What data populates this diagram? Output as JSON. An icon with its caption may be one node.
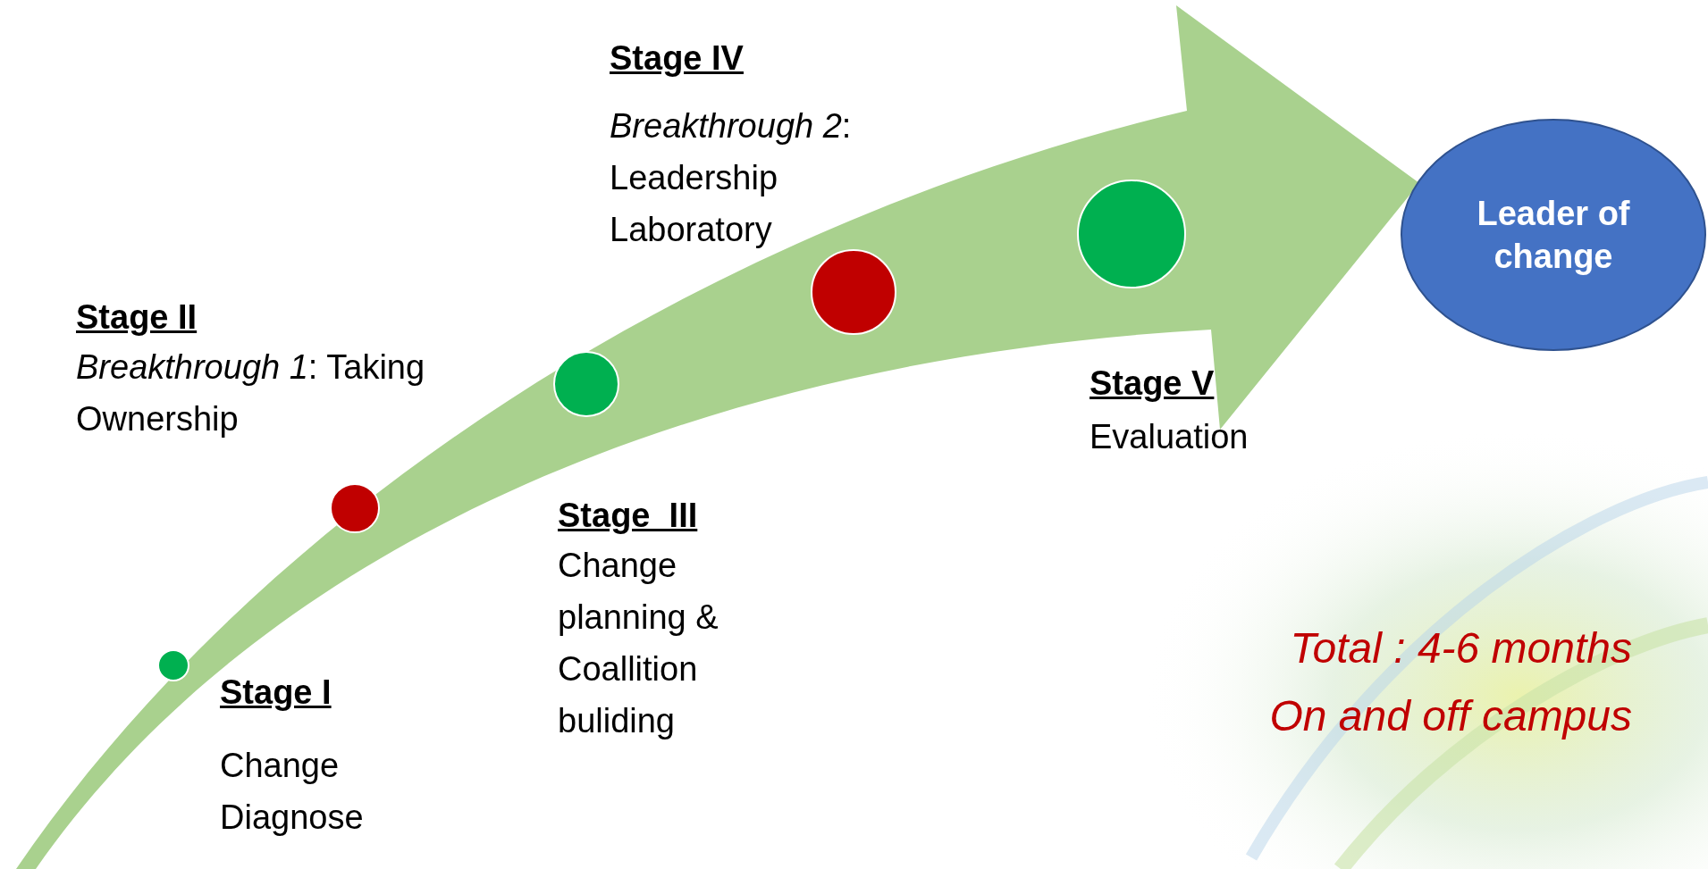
{
  "diagram": {
    "nodes": [
      {
        "text": [],
        "shape": "circle"
      },
      {
        "text": [],
        "shape": "circle"
      },
      {
        "text": [],
        "shape": "circle"
      },
      {
        "text": [],
        "shape": "circle"
      },
      {
        "text": [],
        "shape": "circle"
      },
      {
        "text": [
          "Leader of change"
        ]
      }
    ],
    "edges": [
      {
        "from": null,
        "to": 5,
        "arrow": "to"
      }
    ],
    "labels": [
      "Stage IV",
      "*Breakthrough 2*: Leadership Laboratory",
      "Stage II",
      "*Breakthrough 1*: Taking Ownership",
      "Stage V",
      "Evaluation",
      "Stage  III",
      "Change planning & Coallition buliding",
      "Stage I",
      "Change Diagnose",
      "Total : 4-6 months",
      "On and off campus"
    ]
  }
}
